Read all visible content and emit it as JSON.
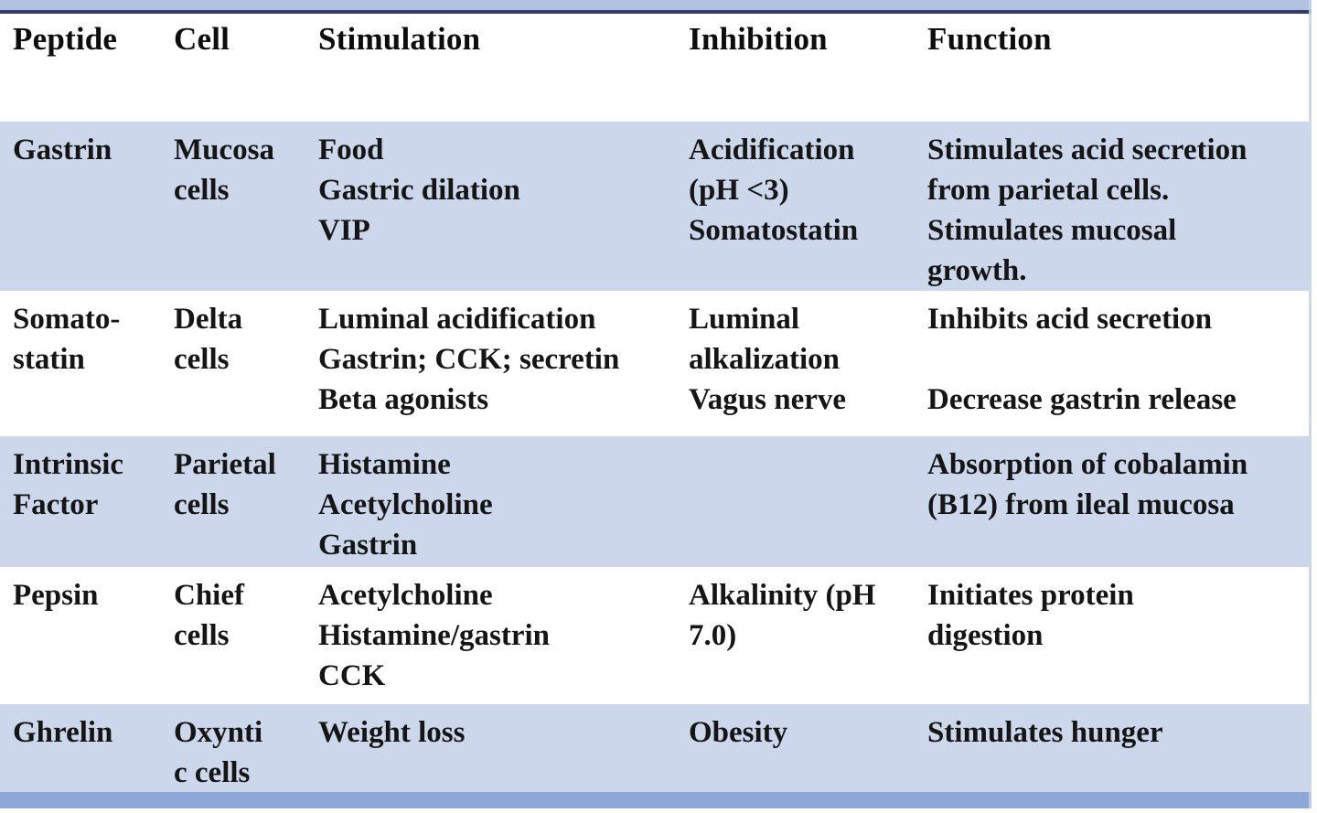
{
  "colors": {
    "row_highlight": "#cdd7ec",
    "top_bar": "#b2c1e1",
    "top_rule": "#2f3e6e",
    "bottom_bar": "#8da7d8",
    "right_edge": "#c5d1ea",
    "text": "#151515"
  },
  "table": {
    "columns": [
      "Peptide",
      "Cell",
      "Stimulation",
      "Inhibition",
      "Function"
    ],
    "rows": [
      {
        "id": "gastrin",
        "shaded": true,
        "cells": [
          [
            "Gastrin"
          ],
          [
            "Mucosa",
            "cells"
          ],
          [
            "Food",
            "Gastric dilation",
            "VIP"
          ],
          [
            "Acidification",
            "(pH <3)",
            "Somatostatin"
          ],
          [
            "Stimulates acid secretion",
            "from parietal cells.",
            "Stimulates mucosal",
            "growth."
          ]
        ]
      },
      {
        "id": "somatostatin",
        "shaded": false,
        "cells": [
          [
            "Somato-",
            "statin"
          ],
          [
            "Delta",
            "cells"
          ],
          [
            "Luminal acidification",
            "Gastrin; CCK; secretin",
            "Beta agonists"
          ],
          [
            "Luminal",
            "alkalization",
            "Vagus nerve"
          ],
          [
            "Inhibits acid secretion",
            "",
            "Decrease gastrin release"
          ]
        ]
      },
      {
        "id": "intrinsic-factor",
        "shaded": true,
        "cells": [
          [
            "Intrinsic",
            "Factor"
          ],
          [
            "Parietal",
            "cells"
          ],
          [
            "Histamine",
            "Acetylcholine",
            "Gastrin"
          ],
          [],
          [
            "Absorption of cobalamin",
            "(B12) from ileal mucosa"
          ]
        ]
      },
      {
        "id": "pepsin",
        "shaded": false,
        "cells": [
          [
            "Pepsin"
          ],
          [
            "Chief",
            "cells"
          ],
          [
            "Acetylcholine",
            "Histamine/gastrin",
            "CCK"
          ],
          [
            "Alkalinity (pH",
            "7.0)"
          ],
          [
            "Initiates protein",
            "digestion"
          ]
        ]
      },
      {
        "id": "ghrelin",
        "shaded": true,
        "cells": [
          [
            "Ghrelin"
          ],
          [
            "Oxynti",
            "c cells"
          ],
          [
            "Weight loss"
          ],
          [
            "Obesity"
          ],
          [
            "Stimulates hunger"
          ]
        ]
      }
    ]
  }
}
